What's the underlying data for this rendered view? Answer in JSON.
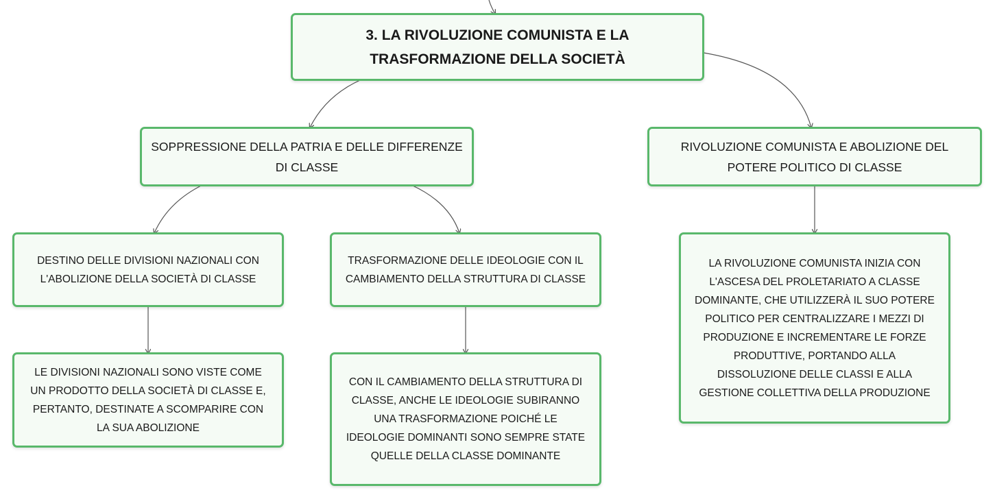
{
  "mindmap": {
    "line_color": "#555555",
    "border_color": "#59b86b",
    "root": {
      "text": "3. LA RIVOLUZIONE COMUNISTA E LA\nTRASFORMAZIONE DELLA SOCIETÀ"
    },
    "branch_left": {
      "text": "SOPPRESSIONE DELLA PATRIA E DELLE DIFFERENZE\nDI CLASSE",
      "children": [
        {
          "text": "DESTINO DELLE DIVISIONI NAZIONALI CON\nL'ABOLIZIONE DELLA SOCIETÀ DI CLASSE",
          "detail": "LE DIVISIONI NAZIONALI SONO VISTE COME\nUN PRODOTTO DELLA SOCIETÀ DI CLASSE E,\nPERTANTO, DESTINATE A SCOMPARIRE CON\nLA SUA ABOLIZIONE"
        },
        {
          "text": "TRASFORMAZIONE DELLE IDEOLOGIE CON IL\nCAMBIAMENTO DELLA STRUTTURA DI CLASSE",
          "detail": "CON IL CAMBIAMENTO DELLA STRUTTURA DI\nCLASSE, ANCHE LE IDEOLOGIE SUBIRANNO\nUNA TRASFORMAZIONE POICHÉ LE\nIDEOLOGIE DOMINANTI SONO SEMPRE STATE\nQUELLE DELLA CLASSE DOMINANTE"
        }
      ]
    },
    "branch_right": {
      "text": "RIVOLUZIONE COMUNISTA E ABOLIZIONE DEL\nPOTERE POLITICO DI CLASSE",
      "detail": "LA RIVOLUZIONE COMUNISTA INIZIA CON\nL'ASCESA DEL PROLETARIATO A CLASSE\nDOMINANTE, CHE UTILIZZERÀ IL SUO POTERE\nPOLITICO PER CENTRALIZZARE I MEZZI DI\nPRODUZIONE E INCREMENTARE LE FORZE\nPRODUTTIVE, PORTANDO ALLA\nDISSOLUZIONE DELLE CLASSI E ALLA\nGESTIONE COLLETTIVA DELLA PRODUZIONE"
    }
  }
}
